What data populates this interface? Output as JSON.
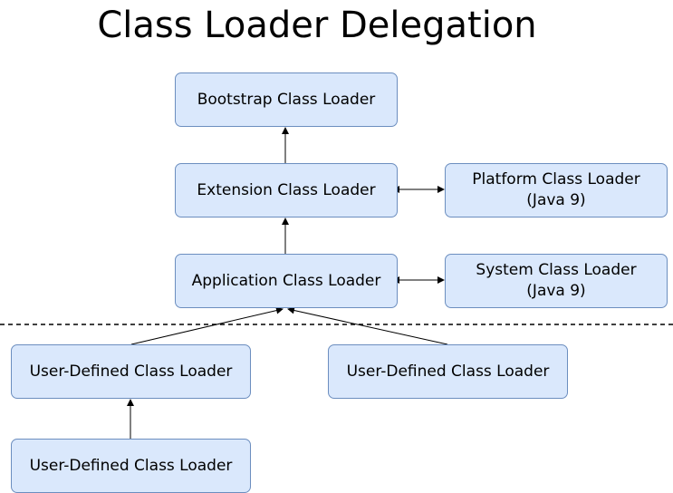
{
  "title": "Class Loader Delegation",
  "nodes": {
    "bootstrap": "Bootstrap Class Loader",
    "extension": "Extension Class Loader",
    "application": "Application Class Loader",
    "platform_line1": "Platform Class Loader",
    "platform_line2": "(Java 9)",
    "system_line1": "System Class Loader",
    "system_line2": "(Java 9)",
    "user_defined_left": "User-Defined Class Loader",
    "user_defined_right": "User-Defined Class Loader",
    "user_defined_bottom": "User-Defined Class Loader"
  },
  "colors": {
    "node_fill": "#dae8fc",
    "node_border": "#6c8ebf",
    "edge": "#000000"
  }
}
